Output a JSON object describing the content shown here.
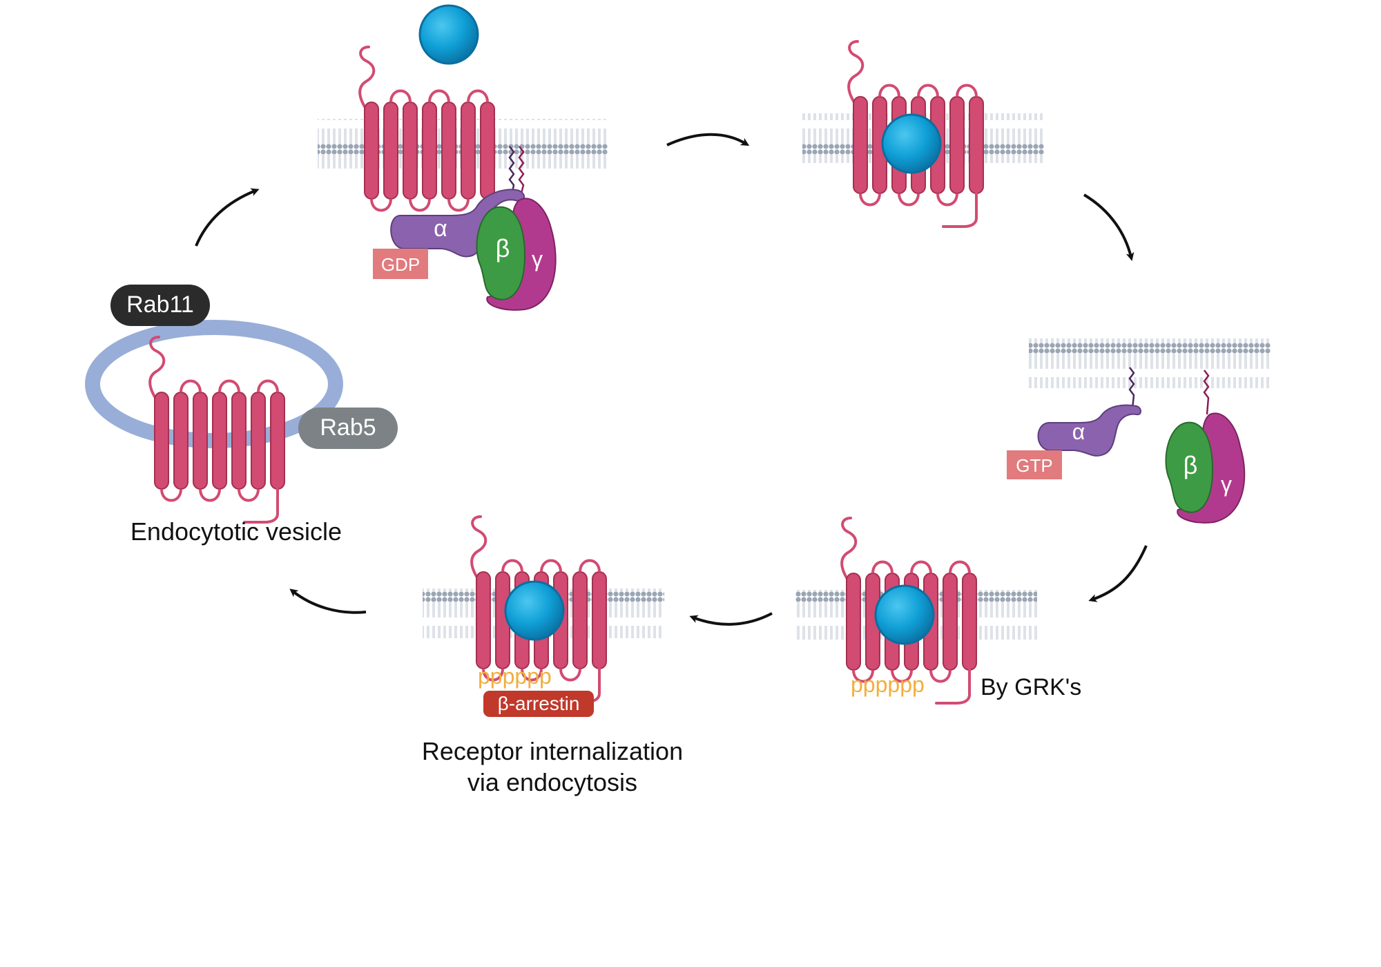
{
  "labels": {
    "gdp": "GDP",
    "gtp": "GTP",
    "alpha": "α",
    "beta": "β",
    "gamma": "γ",
    "rab11": "Rab11",
    "rab5": "Rab5",
    "endocytotic_vesicle": "Endocytotic vesicle",
    "phospho": "pppppp",
    "by_grks": "By GRK's",
    "beta_arrestin": "β-arrestin",
    "internalization_line1": "Receptor internalization",
    "internalization_line2": "via endocytosis"
  },
  "colors": {
    "receptor": "#d24b72",
    "receptor_stroke": "#a3304f",
    "ligand": "#0f9fd6",
    "ligand_dark": "#0a6fa0",
    "membrane_head": "#9aa5b5",
    "membrane_tail": "#d4dae3",
    "g_alpha": "#8b62ad",
    "g_beta": "#3e9b45",
    "g_gamma": "#b23a8e",
    "gdp_gtp_box": "#e17b7e",
    "phospho_text": "#f2ae3d",
    "arrestin": "#c0392b",
    "rab11": "#2b2b2b",
    "rab5": "#7c8285",
    "vesicle": "#98aed8",
    "arrow": "#111111"
  },
  "icons": [
    "ligand-sphere-icon",
    "cycle-arrow-icon",
    "lipid-anchor-icon"
  ]
}
